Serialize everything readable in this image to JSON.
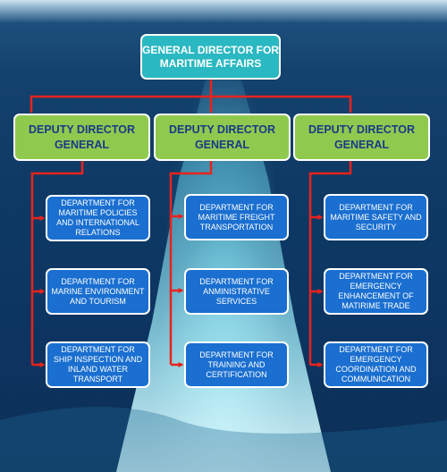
{
  "chart_data": {
    "type": "org-chart",
    "root": {
      "label": "GENERAL DIRECTOR FOR MARITIME AFFAIRS"
    },
    "deputies": [
      {
        "label": "DEPUTY DIRECTOR GENERAL",
        "departments": [
          "DEPARTMENT FOR MARITIME POLICIES AND INTERNATIONAL RELATIONS",
          "DEPARTMENT FOR MARINE ENVIRONMENT AND TOURISM",
          "DEPARTMENT FOR SHIP INSPECTION AND INLAND WATER TRANSPORT"
        ]
      },
      {
        "label": "DEPUTY DIRECTOR GENERAL",
        "departments": [
          "DEPARTMENT FOR MARITIME FREIGHT TRANSPORTATION",
          "DEPARTMENT FOR ANMINISTRATIVE SERVICES",
          "DEPARTMENT FOR TRAINING AND CERTIFICATION"
        ]
      },
      {
        "label": "DEPUTY DIRECTOR GENERAL",
        "departments": [
          "DEPARTMENT FOR MARITIME SAFETY AND SECURITY",
          "DEPARTMENT FOR EMERGENCY ENHANCEMENT OF MATIRIME TRADE",
          "DEPARTMENT FOR EMERGENCY COORDINATION AND COMMUNICATION"
        ]
      }
    ],
    "colors": {
      "root_fill": "#2ab8c2",
      "deputy_fill": "#8fca4f",
      "deputy_text": "#1a3a86",
      "department_fill": "#1a6fd0",
      "connector": "#e8231c"
    }
  }
}
